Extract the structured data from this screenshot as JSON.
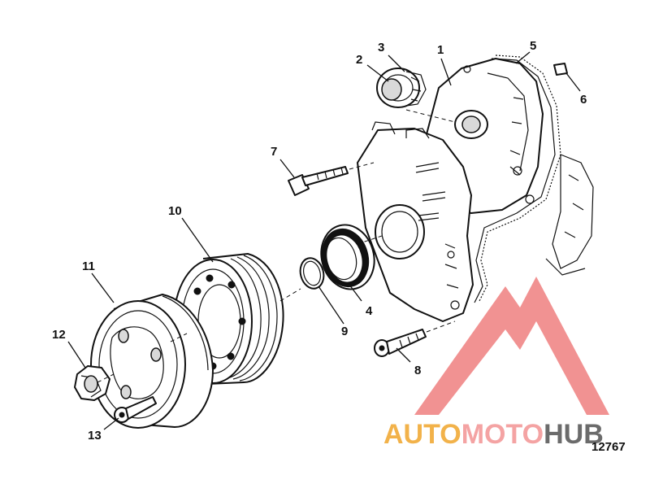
{
  "diagram": {
    "figure_number": "12767",
    "callouts": [
      {
        "id": "c1",
        "label": "1"
      },
      {
        "id": "c2",
        "label": "2"
      },
      {
        "id": "c3",
        "label": "3"
      },
      {
        "id": "c4",
        "label": "4"
      },
      {
        "id": "c5",
        "label": "5"
      },
      {
        "id": "c6",
        "label": "6"
      },
      {
        "id": "c7",
        "label": "7"
      },
      {
        "id": "c8",
        "label": "8"
      },
      {
        "id": "c9",
        "label": "9"
      },
      {
        "id": "c10",
        "label": "10"
      },
      {
        "id": "c11",
        "label": "11"
      },
      {
        "id": "c12",
        "label": "12"
      },
      {
        "id": "c13",
        "label": "13"
      }
    ]
  },
  "watermark": {
    "word_part1": "AUTO",
    "word_part2": "MOTO",
    "word_part3": "HUB",
    "color_part1": "#f2b24a",
    "color_part2": "#f4a3a3",
    "color_part3": "#6b6b6b",
    "logo_color": "#ef7f7f"
  }
}
